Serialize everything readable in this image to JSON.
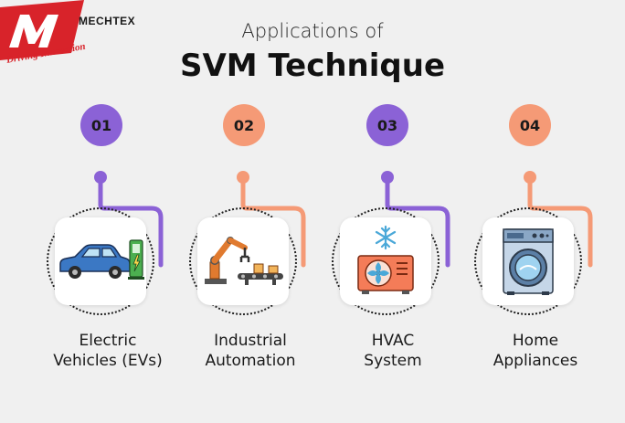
{
  "logo": {
    "brand": "MECHTEX",
    "tagline": "Driving Innovation"
  },
  "title": {
    "line1": "Applications of",
    "line2": "SVM Technique"
  },
  "colors": {
    "purple": "#8b62d6",
    "orange": "#f59a76",
    "red": "#d8232a"
  },
  "items": [
    {
      "number": "01",
      "label_line1": "Electric",
      "label_line2": "Vehicles (EVs)",
      "icon": "electric-car-icon"
    },
    {
      "number": "02",
      "label_line1": "Industrial",
      "label_line2": "Automation",
      "icon": "robot-arm-icon"
    },
    {
      "number": "03",
      "label_line1": "HVAC",
      "label_line2": "System",
      "icon": "hvac-unit-icon"
    },
    {
      "number": "04",
      "label_line1": "Home",
      "label_line2": "Appliances",
      "icon": "washing-machine-icon"
    }
  ]
}
